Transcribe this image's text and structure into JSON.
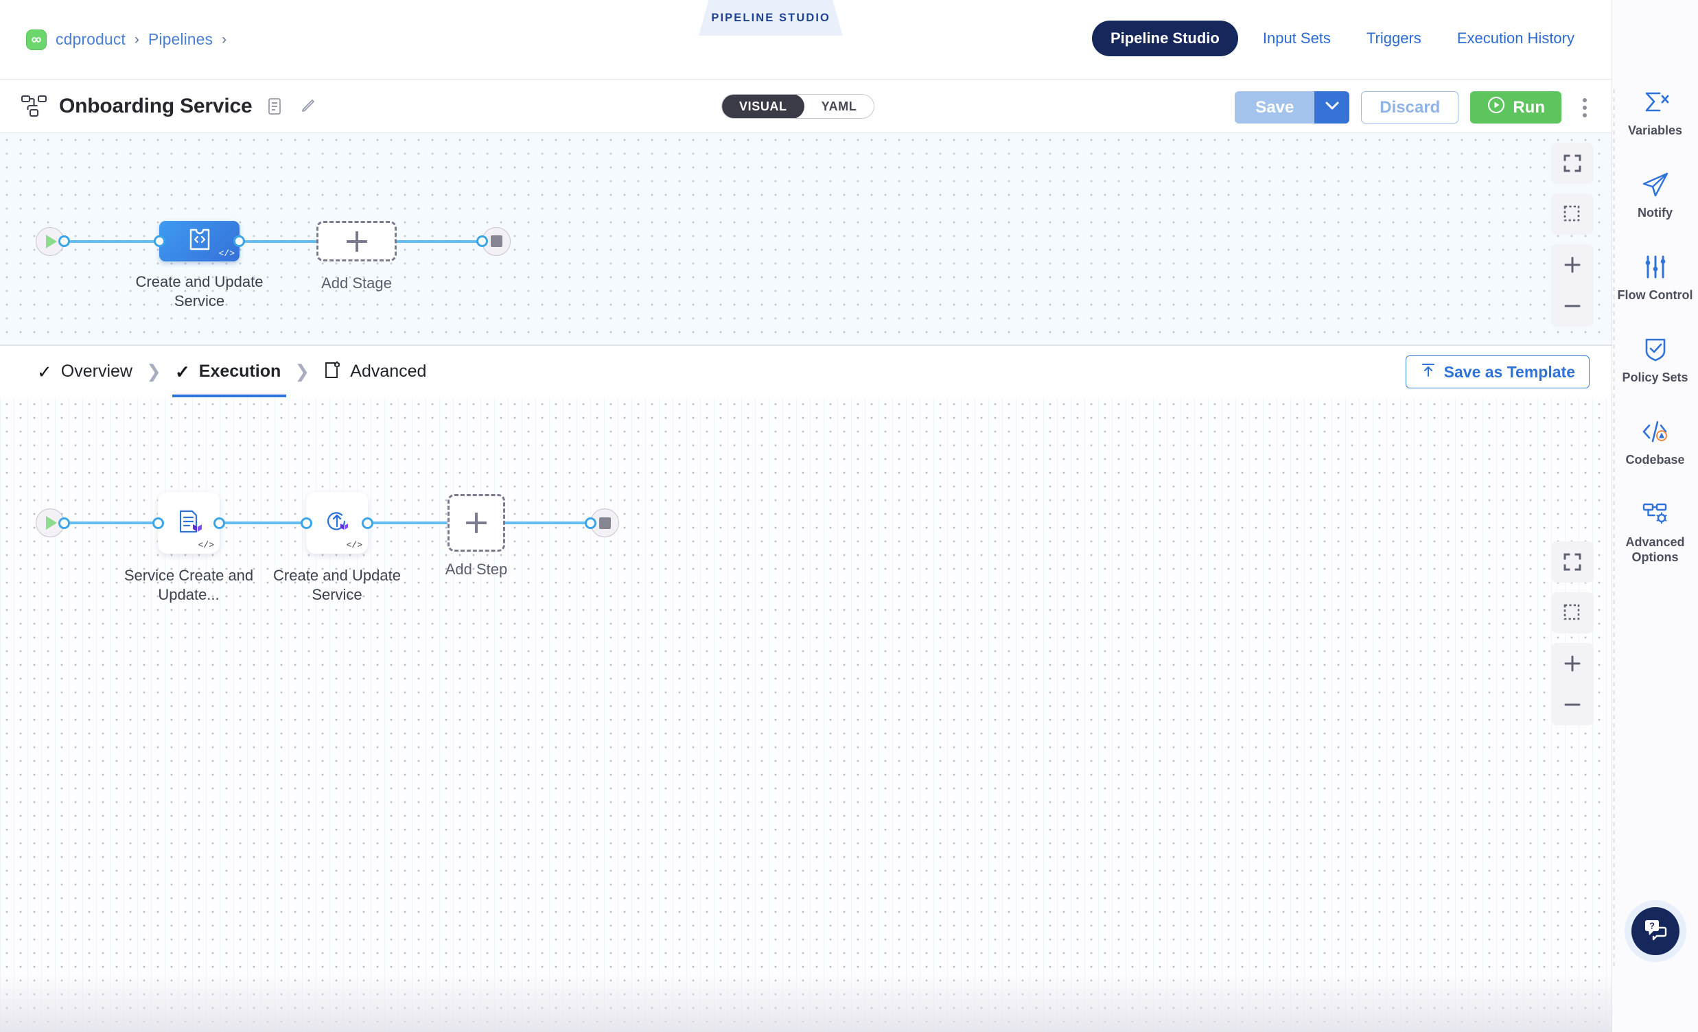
{
  "breadcrumb": {
    "project": "cdproduct",
    "section": "Pipelines",
    "separator": "›"
  },
  "studio_banner": "PIPELINE STUDIO",
  "top_nav": [
    {
      "label": "Pipeline Studio",
      "active": true
    },
    {
      "label": "Input Sets",
      "active": false
    },
    {
      "label": "Triggers",
      "active": false
    },
    {
      "label": "Execution History",
      "active": false
    }
  ],
  "title_bar": {
    "pipeline_name": "Onboarding Service",
    "view_toggle": {
      "options": [
        "VISUAL",
        "YAML"
      ],
      "selected": "VISUAL"
    },
    "save_label": "Save",
    "discard_label": "Discard",
    "run_label": "Run"
  },
  "colors": {
    "accent_blue": "#2f72d8",
    "nav_active_navy": "#16275c",
    "run_green": "#5ec45e",
    "save_disabled": "#a4c3ec",
    "edge_blue": "#64bdf0",
    "stage_blue": "#3570d8"
  },
  "stage_canvas": {
    "stage_node": {
      "label": "Create and Update Service",
      "badge": "</>"
    },
    "add_stage_label": "Add Stage",
    "controls": [
      "fit-screen",
      "select-box",
      "zoom-in",
      "zoom-out"
    ]
  },
  "tabs": [
    {
      "label": "Overview",
      "complete": true,
      "active": false
    },
    {
      "label": "Execution",
      "complete": true,
      "active": true
    },
    {
      "label": "Advanced",
      "complete": false,
      "active": false
    }
  ],
  "save_as_template_label": "Save as Template",
  "execution_canvas": {
    "steps": [
      {
        "label": "Service Create and Update...",
        "badge": "</>",
        "icon": "terraform-plan-icon"
      },
      {
        "label": "Create and Update Service",
        "badge": "</>",
        "icon": "terraform-apply-icon"
      }
    ],
    "add_step_label": "Add Step",
    "controls": [
      "fit-screen",
      "select-box",
      "zoom-in",
      "zoom-out"
    ]
  },
  "sidebar": {
    "items": [
      {
        "label": "Variables",
        "icon": "sigma-variables-icon"
      },
      {
        "label": "Notify",
        "icon": "paper-plane-icon"
      },
      {
        "label": "Flow Control",
        "icon": "sliders-icon"
      },
      {
        "label": "Policy Sets",
        "icon": "shield-check-icon"
      },
      {
        "label": "Codebase",
        "icon": "code-warning-icon",
        "badge": "warning"
      },
      {
        "label": "Advanced Options",
        "icon": "nodes-gear-icon"
      }
    ],
    "help_icon": "help-chat-icon"
  }
}
